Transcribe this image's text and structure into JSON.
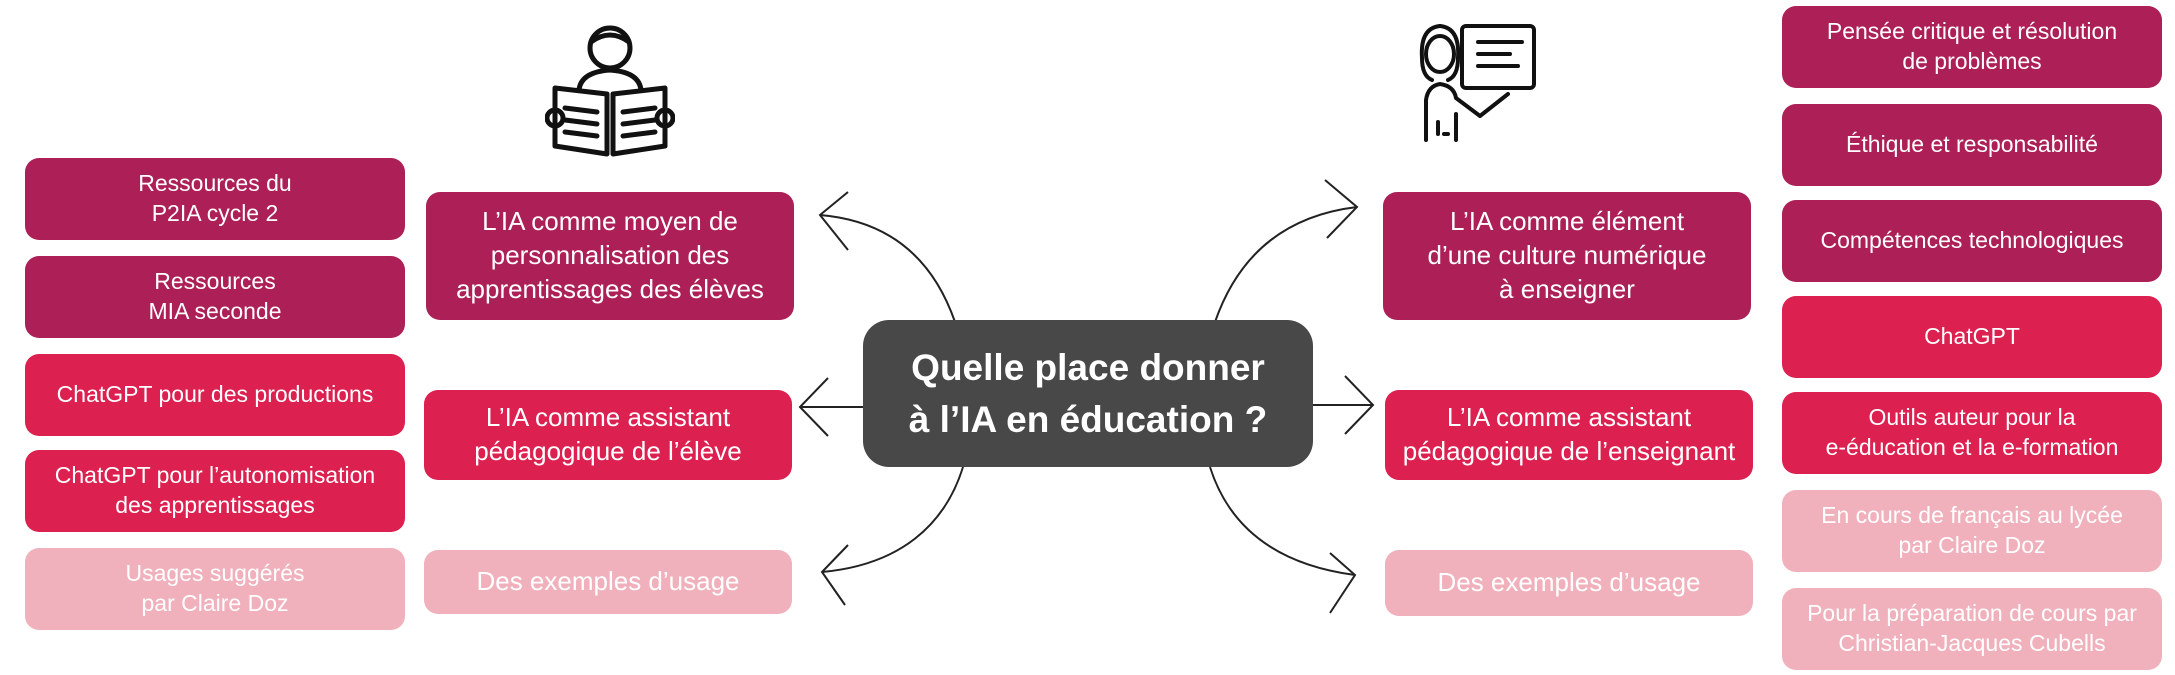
{
  "center": {
    "title": "Quelle place donner\nà l’IA en éducation ?"
  },
  "left": {
    "main": [
      "L’IA comme moyen de\npersonnalisation des\napprentissages des élèves",
      "L’IA comme assistant\npédagogique de l’élève",
      "Des exemples d’usage"
    ],
    "resources": [
      "Ressources du\nP2IA cycle 2",
      "Ressources\nMIA seconde",
      "ChatGPT pour des productions",
      "ChatGPT pour l’autonomisation\ndes apprentissages",
      "Usages suggérés\npar Claire Doz"
    ]
  },
  "right": {
    "main": [
      "L’IA comme élément\nd’une culture numérique\nà enseigner",
      "L’IA comme assistant\npédagogique de l’enseignant",
      "Des exemples d’usage"
    ],
    "resources": [
      "Pensée critique et résolution\nde problèmes",
      "Éthique et responsabilité",
      "Compétences technologiques",
      "ChatGPT",
      "Outils auteur pour la\ne-éducation et la e-formation",
      "En cours de français au lycée\npar Claire Doz",
      "Pour la préparation de cours par\nChristian-Jacques Cubells"
    ]
  },
  "colors": {
    "dark": "#ad1f57",
    "mid": "#dc2050",
    "light": "#f0b1bc",
    "center": "#484848"
  },
  "icons": {
    "left": "student-reading-icon",
    "right": "teacher-board-icon"
  }
}
